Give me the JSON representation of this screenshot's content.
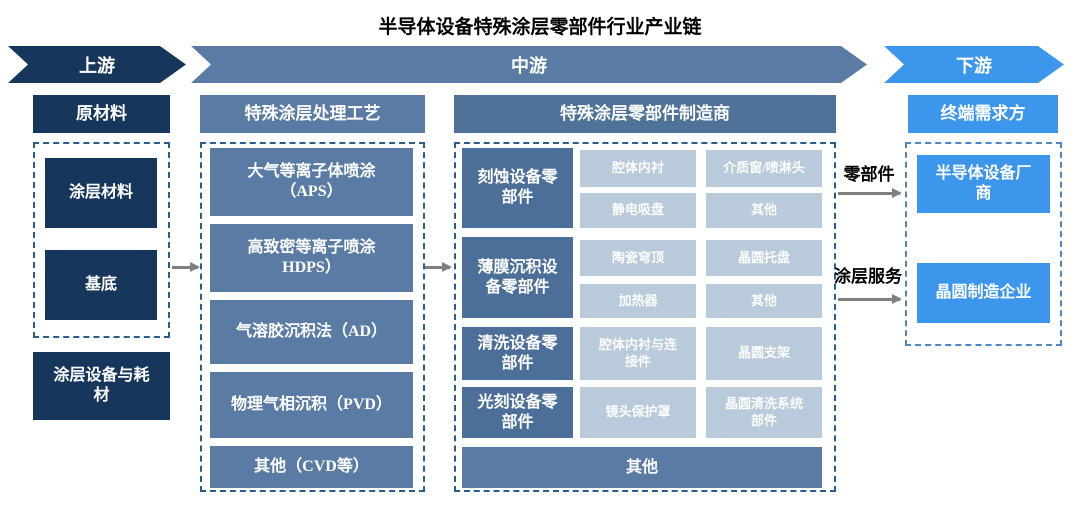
{
  "title": "半导体设备特殊涂层零部件行业产业链",
  "banners": {
    "upstream": "上游",
    "midstream": "中游",
    "downstream": "下游"
  },
  "upstream": {
    "header": "原材料",
    "materials": [
      "涂层材料",
      "基底"
    ],
    "equipment": "涂层设备与耗\n材"
  },
  "processes": {
    "header": "特殊涂层处理工艺",
    "items": [
      "大气等离子体喷涂\n（APS）",
      "高致密等离子喷涂\nHDPS）",
      "气溶胶沉积法（AD）",
      "物理气相沉积（PVD）",
      "其他（CVD等）"
    ]
  },
  "manufacturers": {
    "header": "特殊涂层零部件制造商",
    "rows": [
      {
        "label": "刻蚀设备零\n部件",
        "parts": [
          "腔体内衬",
          "介质窗/喷淋头",
          "静电吸盘",
          "其他"
        ]
      },
      {
        "label": "薄膜沉积设\n备零部件",
        "parts": [
          "陶瓷穹顶",
          "晶圆托盘",
          "加热器",
          "其他"
        ]
      },
      {
        "label": "清洗设备零\n部件",
        "parts": [
          "腔体内衬与连\n接件",
          "晶圆支架"
        ]
      },
      {
        "label": "光刻设备零\n部件",
        "parts": [
          "镜头保护罩",
          "晶圆清洗系统\n部件"
        ]
      }
    ],
    "footer": "其他"
  },
  "flows": [
    {
      "label": "零部件"
    },
    {
      "label": "涂层服务"
    }
  ],
  "downstream": {
    "header": "终端需求方",
    "items": [
      "半导体设备厂\n商",
      "晶圆制造企业"
    ]
  },
  "colors": {
    "navy": "#16365C",
    "steel_blue": "#5A7CA4",
    "row_label_blue": "#4C6F99",
    "part_light_blue": "#B9CADB",
    "bright_blue": "#3B96EC",
    "arrow_gray": "#7F7F7F"
  }
}
